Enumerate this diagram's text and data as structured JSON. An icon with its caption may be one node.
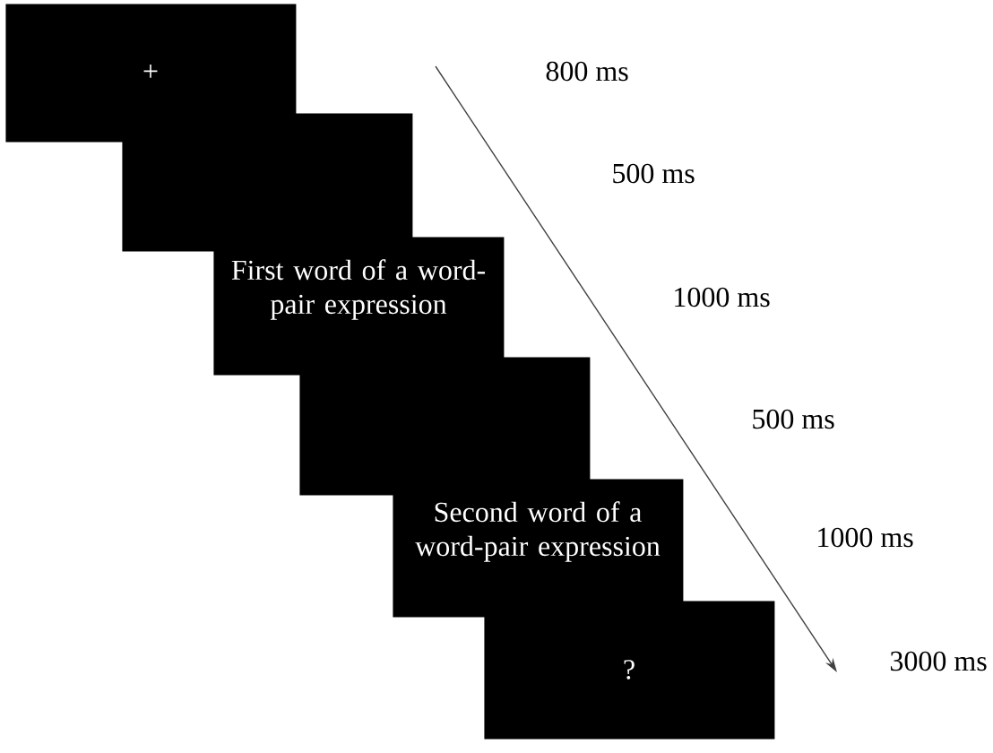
{
  "diagram": {
    "nodes": [
      {
        "text": [
          "+"
        ]
      },
      {
        "text": [],
        "shape": "box"
      },
      {
        "text": [
          "First word of a word-pair expression"
        ]
      },
      {
        "text": [],
        "shape": "box"
      },
      {
        "text": [
          "Second word of a word-pair expression"
        ]
      },
      {
        "text": [
          "?"
        ]
      }
    ],
    "labels": [
      "800 ms",
      "500 ms",
      "1000 ms",
      "500 ms",
      "1000 ms",
      "3000 ms"
    ]
  }
}
